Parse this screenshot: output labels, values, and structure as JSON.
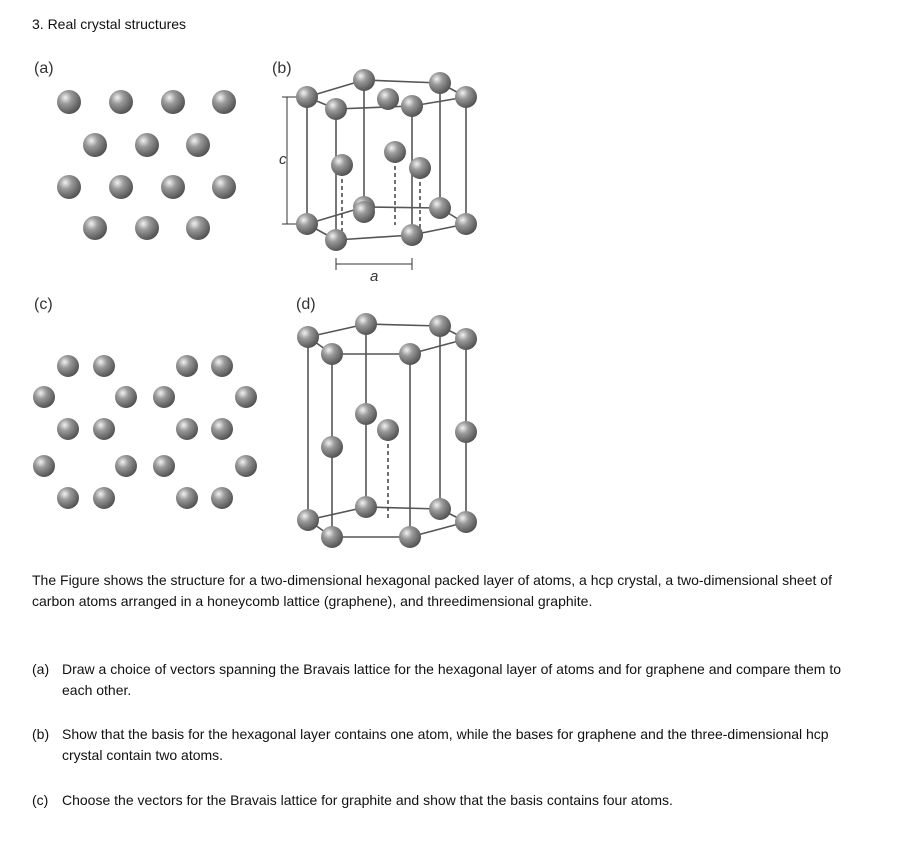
{
  "heading": "3. Real crystal structures",
  "panels": {
    "a": "(a)",
    "b": "(b)",
    "c": "(c)",
    "d": "(d)"
  },
  "dimension_labels": {
    "height": "c",
    "width": "a"
  },
  "intro": "The Figure shows the structure for a two-dimensional hexagonal packed layer of atoms, a hcp crystal, a two-dimensional sheet of carbon atoms arranged in a honeycomb lattice (graphene), and threedimensional graphite.",
  "questions": [
    {
      "label": "(a)",
      "text": "Draw a choice of vectors spanning the Bravais lattice for the hexagonal layer of atoms and for graphene and compare them to each other."
    },
    {
      "label": "(b)",
      "text": "Show that the basis for the hexagonal layer contains one atom, while the bases for graphene and the three-dimensional hcp crystal contain two atoms."
    },
    {
      "label": "(c)",
      "text": "Choose the vectors for the Bravais lattice for graphite and show that the basis contains four atoms."
    }
  ],
  "colors": {
    "atom": "#6e6e6e",
    "atom_highlight": "#e8e8e8",
    "bond": "#444444"
  }
}
